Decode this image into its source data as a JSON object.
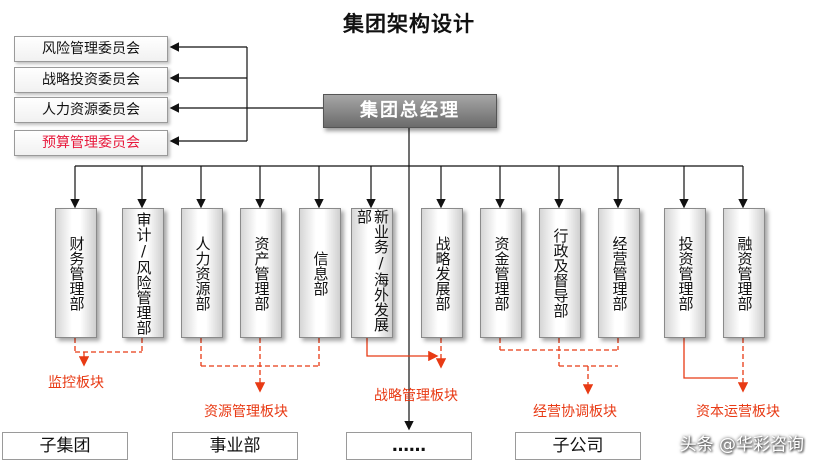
{
  "title": "集团架构设计",
  "ceo": "集团总经理",
  "committees": [
    "风险管理委员会",
    "战略投资委员会",
    "人力资源委员会",
    "预算管理委员会"
  ],
  "departments": [
    "财务管理部",
    "审计/风险管理部",
    "人力资源部",
    "资产管理部",
    "信息部",
    "新业务/海外发展部",
    "战略发展部",
    "资金管理部",
    "行政及督导部",
    "经营管理部",
    "投资管理部",
    "融资管理部"
  ],
  "dept_lines": [
    [
      "财务",
      "管理",
      "部"
    ],
    [
      "审计/风险",
      "管理部"
    ],
    [
      "人力资源部"
    ],
    [
      "资产管理部"
    ],
    [
      "信息部"
    ],
    [
      "新业务/",
      "海外发展部"
    ],
    [
      "战略发展部"
    ],
    [
      "资金管理部"
    ],
    [
      "行政及督导部"
    ],
    [
      "经营管理部"
    ],
    [
      "投资管理部"
    ],
    [
      "融资管理部"
    ]
  ],
  "groups": [
    "监控板块",
    "资源管理板块",
    "战略管理板块",
    "经营协调板块",
    "资本运营板块"
  ],
  "bottom": [
    "子集团",
    "事业部",
    "……",
    "子公司"
  ],
  "watermark": "头条 @华彩咨询",
  "colors": {
    "accent_red": "#e83a14",
    "ceo_gray": "#7f7f7f"
  }
}
